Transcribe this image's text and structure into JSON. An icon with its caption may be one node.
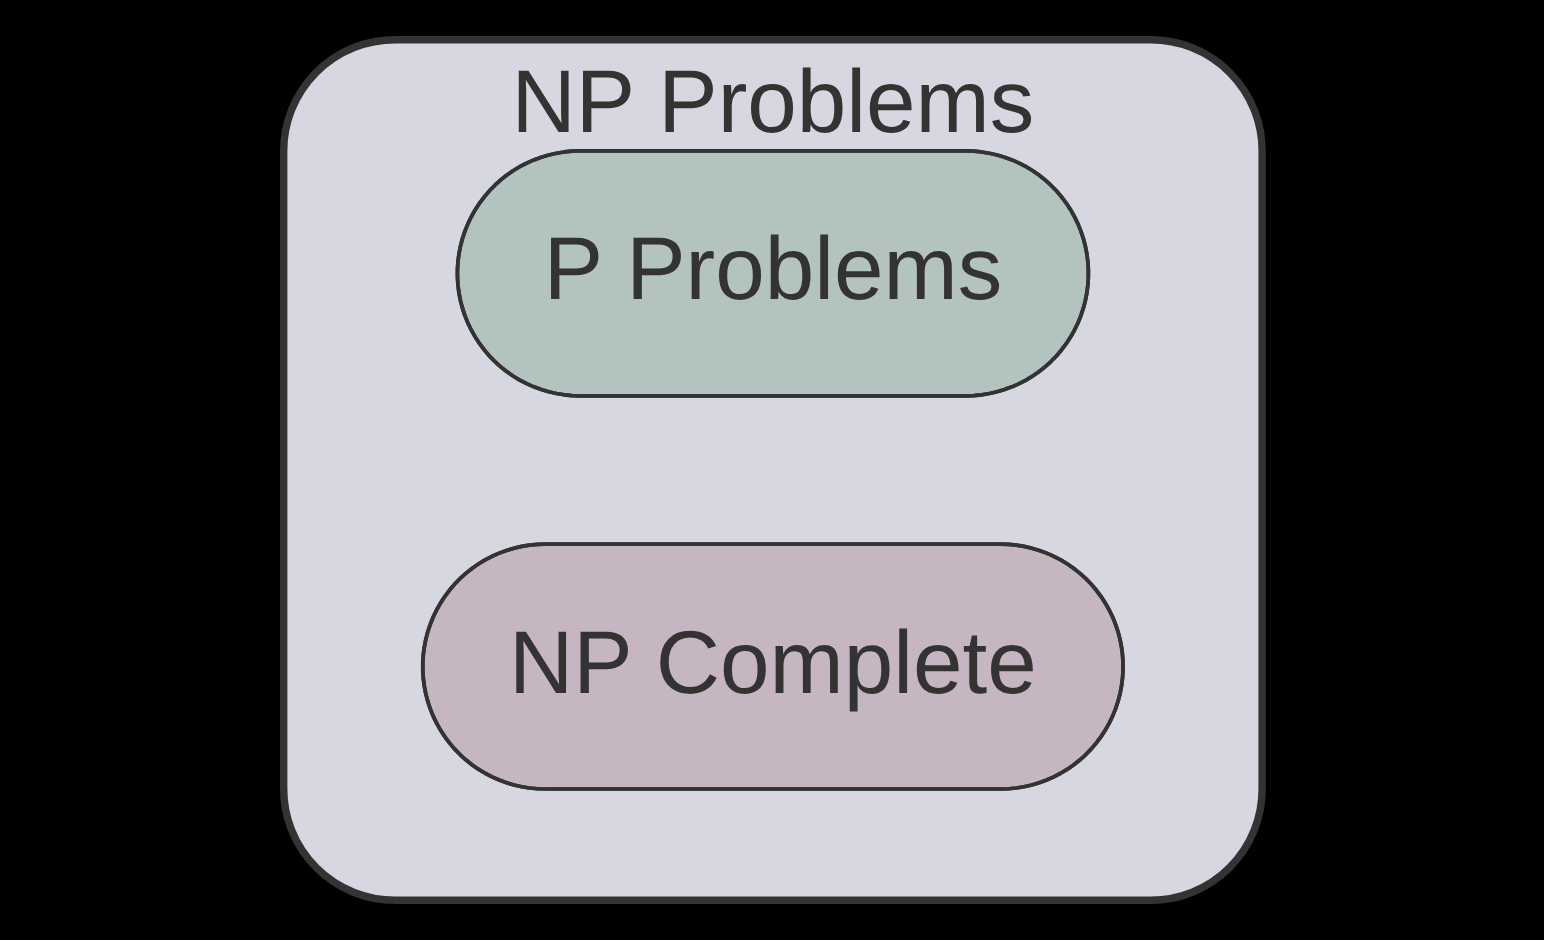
{
  "diagram": {
    "nodes": [
      {
        "text": [
          "NP Problems"
        ]
      },
      {
        "text": [
          "P Problems"
        ],
        "in": 0
      },
      {
        "text": [
          "NP Complete"
        ],
        "in": 0
      }
    ]
  }
}
